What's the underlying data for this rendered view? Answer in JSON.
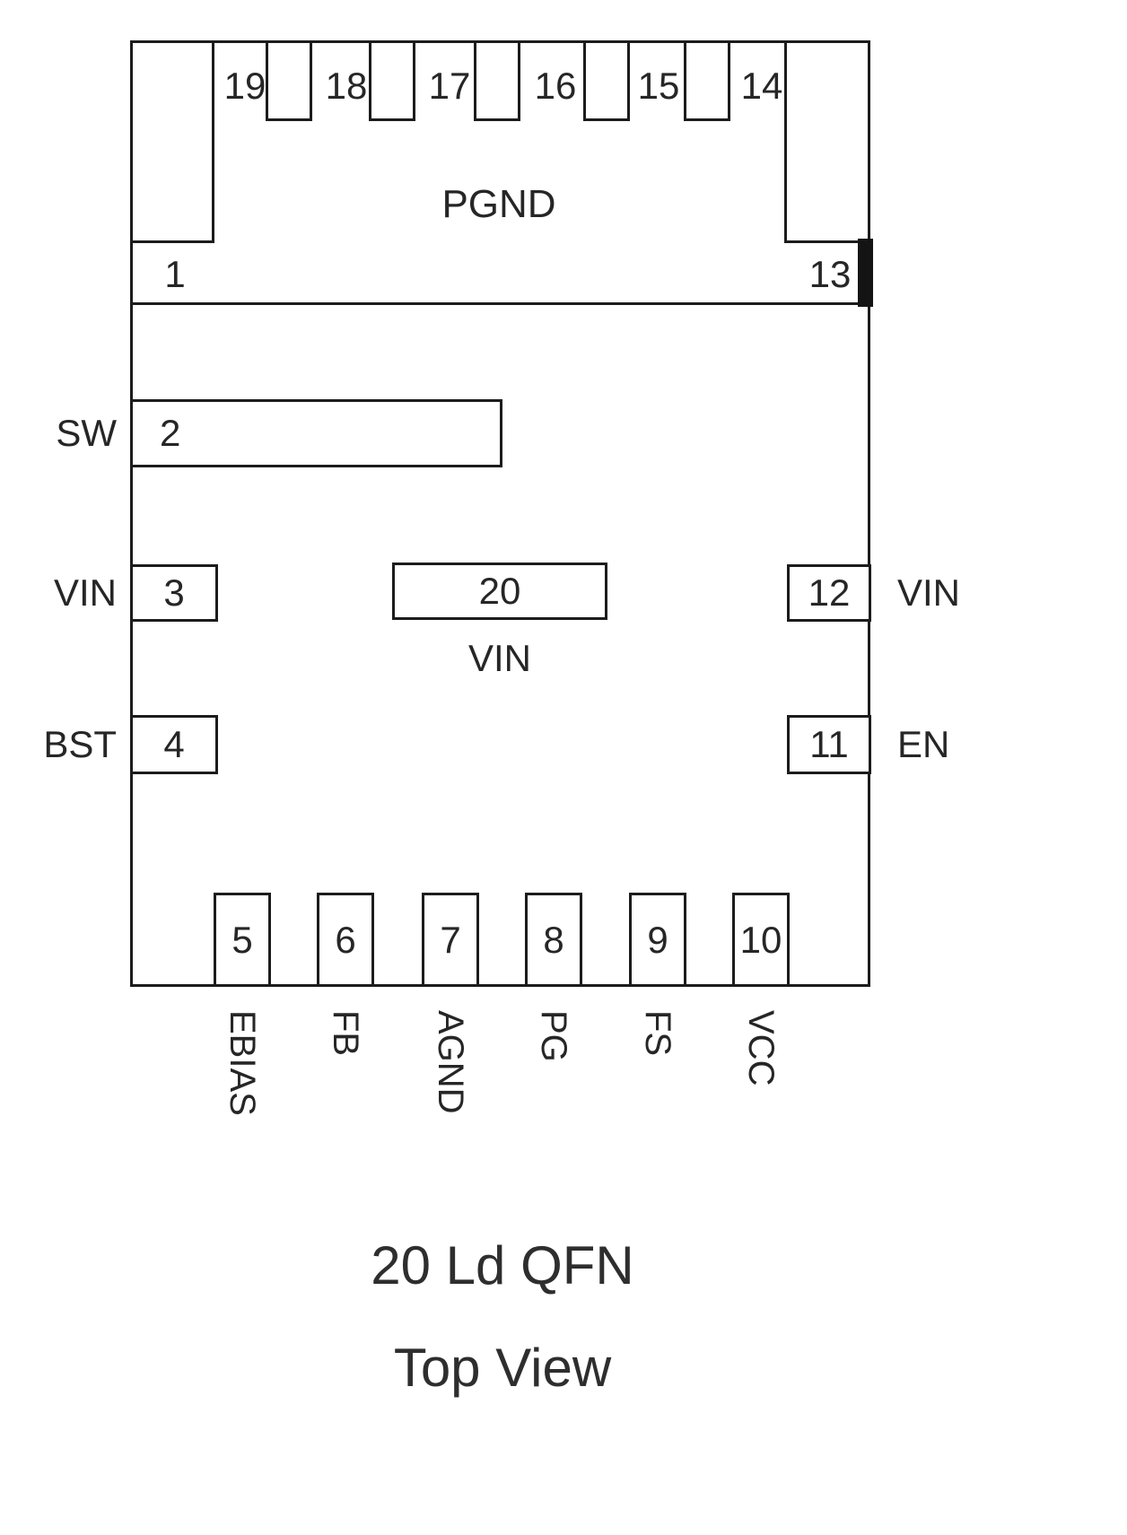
{
  "package": {
    "type_label": "20 Ld QFN",
    "view_label": "Top View"
  },
  "pad": {
    "label": "PGND",
    "corner_pin_left": "1",
    "corner_pin_right": "13"
  },
  "pins": {
    "top": [
      "19",
      "18",
      "17",
      "16",
      "15",
      "14"
    ],
    "left": [
      {
        "number": "2",
        "name": "SW"
      },
      {
        "number": "3",
        "name": "VIN"
      },
      {
        "number": "4",
        "name": "BST"
      }
    ],
    "right": [
      {
        "number": "12",
        "name": "VIN"
      },
      {
        "number": "11",
        "name": "EN"
      }
    ],
    "center": {
      "number": "20",
      "name": "VIN"
    },
    "bottom": [
      {
        "number": "5",
        "name": "EBIAS"
      },
      {
        "number": "6",
        "name": "FB"
      },
      {
        "number": "7",
        "name": "AGND"
      },
      {
        "number": "8",
        "name": "PG"
      },
      {
        "number": "9",
        "name": "FS"
      },
      {
        "number": "10",
        "name": "VCC"
      }
    ]
  },
  "colors": {
    "line": "#1c1c1c",
    "text": "#262626",
    "background": "#ffffff"
  }
}
